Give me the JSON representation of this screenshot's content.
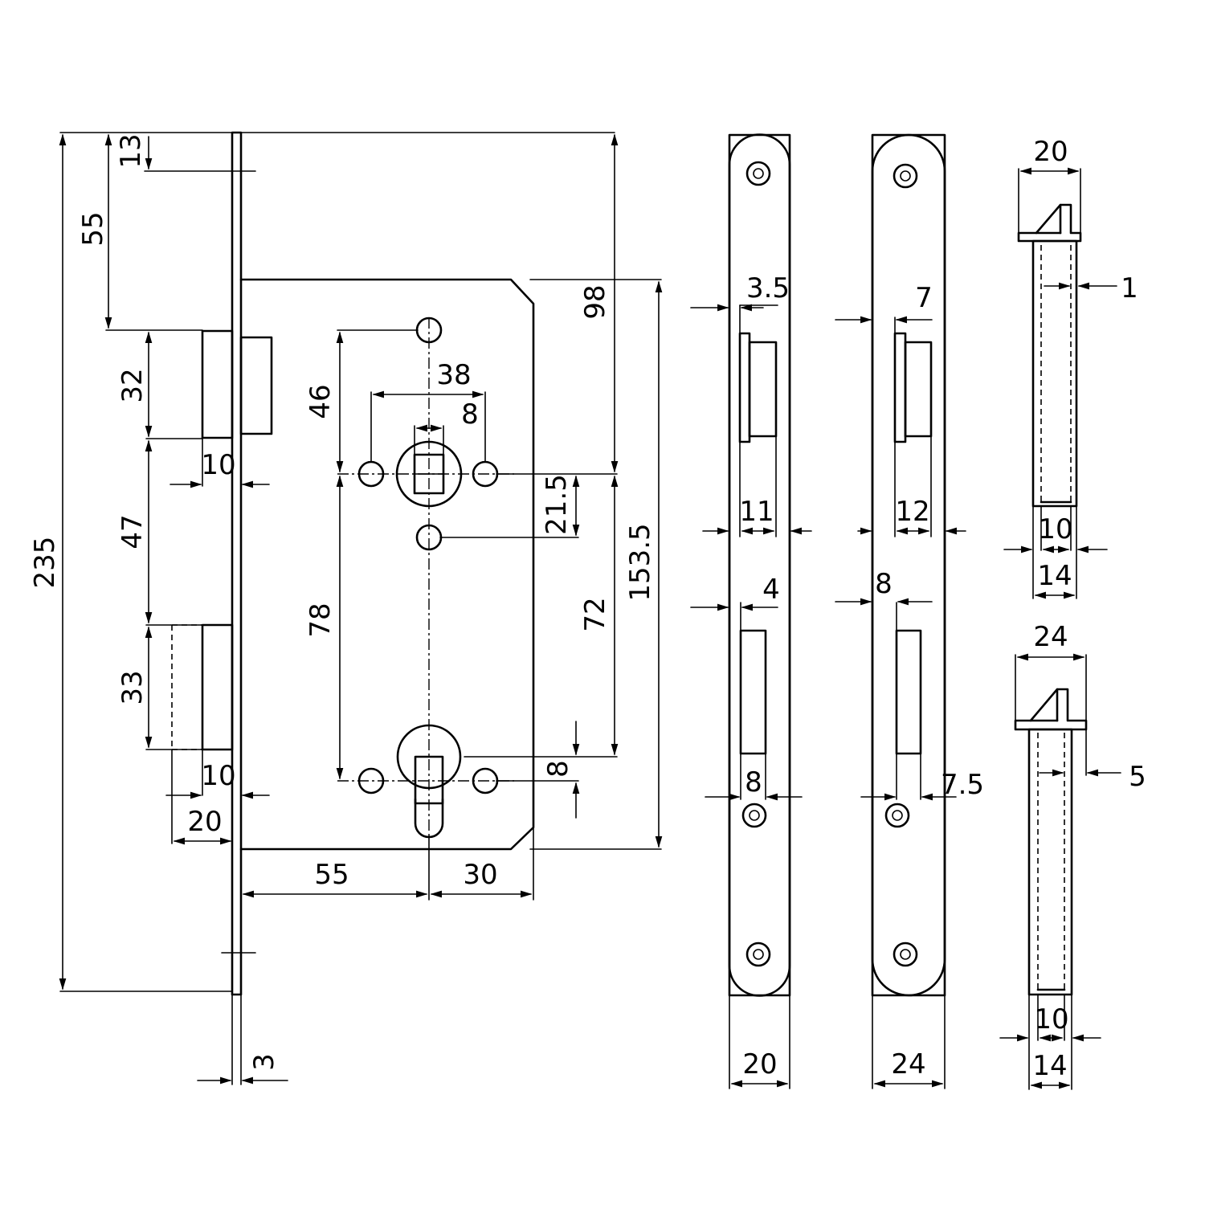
{
  "drawing": {
    "dimensions": {
      "total_height": "235",
      "top_offset": "13",
      "top_to_latch": "55",
      "latch_height": "32",
      "latch_depth": "10",
      "latch_to_bolt": "47",
      "bolt_height": "33",
      "bolt_depth": "10",
      "bolt_throw": "20",
      "faceplate_thickness": "3",
      "hole_spacing": "46",
      "spindle_holes_width": "38",
      "spindle_square": "8",
      "spindle_offset": "21.5",
      "case_upper": "98",
      "case_height": "153.5",
      "spindle_to_cylinder": "72",
      "lower_hole_spacing": "78",
      "cylinder_offset": "8",
      "backset": "55",
      "cylinder_to_edge": "30"
    },
    "faceplate_views": [
      {
        "width": "20",
        "latch_offset": "3.5",
        "latch_width": "11",
        "bolt_offset": "4",
        "bolt_width": "8"
      },
      {
        "width": "24",
        "latch_offset": "7",
        "latch_width": "12",
        "bolt_offset": "8",
        "bolt_width": "7.5"
      }
    ],
    "profile_views": [
      {
        "width": "20",
        "lip": "1",
        "inner": "10",
        "base": "14"
      },
      {
        "width": "24",
        "lip": "5",
        "inner": "10",
        "base": "14"
      }
    ]
  }
}
